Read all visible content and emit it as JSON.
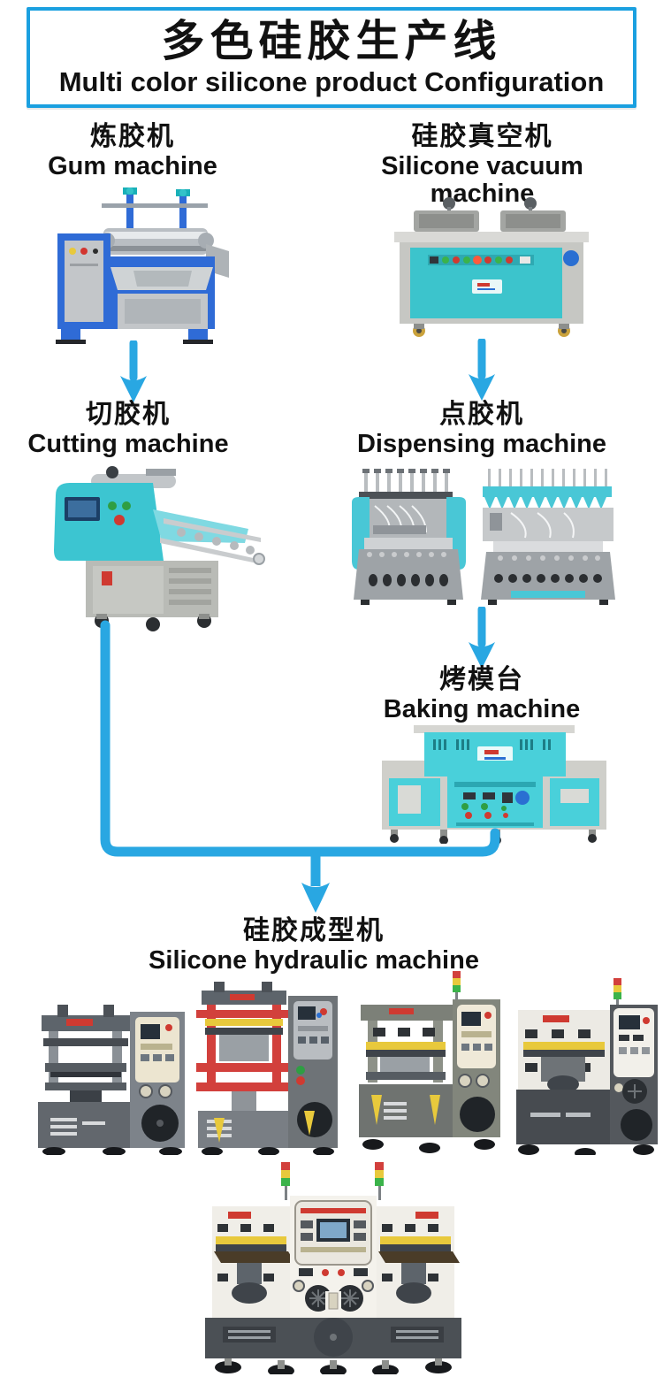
{
  "header": {
    "title_cn": "多色硅胶生产线",
    "title_en": "Multi color silicone product Configuration"
  },
  "stages": {
    "gum": {
      "cn": "炼胶机",
      "en": "Gum machine"
    },
    "vacuum": {
      "cn": "硅胶真空机",
      "en": "Silicone vacuum machine"
    },
    "cutting": {
      "cn": "切胶机",
      "en": "Cutting machine"
    },
    "dispensing": {
      "cn": "点胶机",
      "en": "Dispensing machine"
    },
    "baking": {
      "cn": "烤模台",
      "en": "Baking machine"
    },
    "hydraulic": {
      "cn": "硅胶成型机",
      "en": "Silicone hydraulic machine"
    }
  },
  "colors": {
    "flow_arrow_blue": "#29a7e2",
    "title_border_blue": "#1ba0e0",
    "title_text": "#111111",
    "machine_cyan": "#3fc8d2",
    "machine_blue": "#2f6bd6",
    "press_gray": "#71767c",
    "press_red": "#d2403c"
  }
}
